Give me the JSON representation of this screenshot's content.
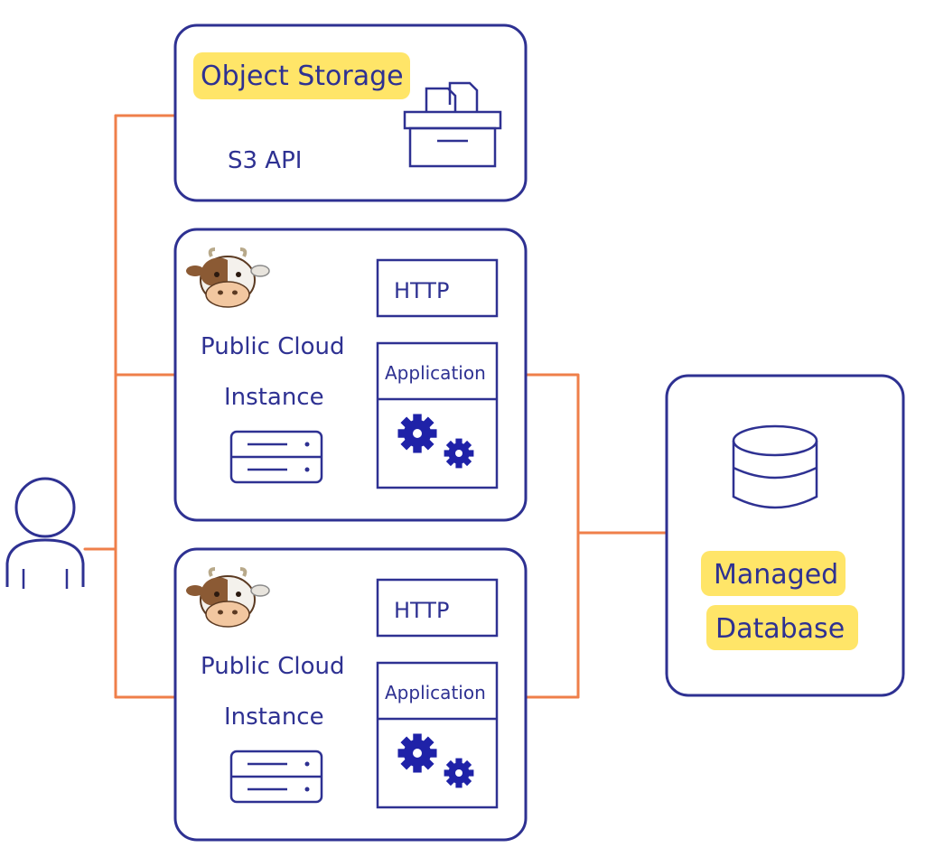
{
  "object_storage": {
    "title": "Object Storage",
    "api": "S3 API"
  },
  "instances": [
    {
      "title_line1": "Public Cloud",
      "title_line2": "Instance",
      "http": "HTTP",
      "application": "Application"
    },
    {
      "title_line1": "Public Cloud",
      "title_line2": "Instance",
      "http": "HTTP",
      "application": "Application"
    }
  ],
  "database": {
    "title_line1": "Managed",
    "title_line2": "Database"
  },
  "colors": {
    "box": "#2e3192",
    "connector": "#ef7f4a",
    "highlight": "#ffe14d"
  },
  "icons": [
    "user-icon",
    "storage-box-icon",
    "cow-logo-icon",
    "server-icon",
    "gears-icon",
    "database-icon"
  ]
}
